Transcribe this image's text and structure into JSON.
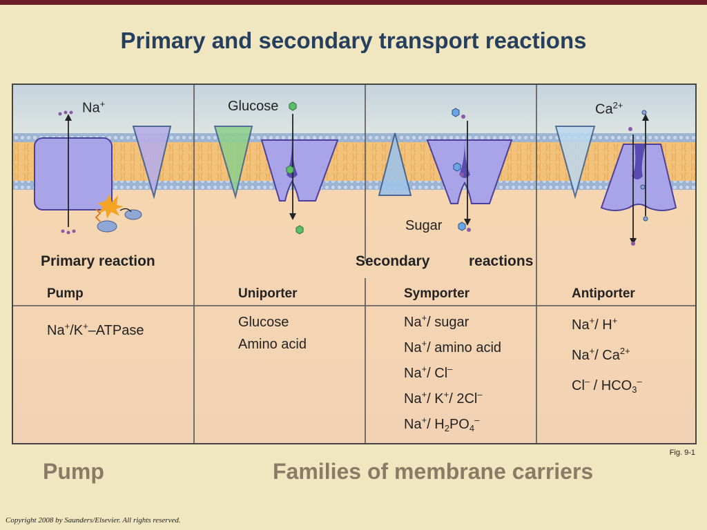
{
  "slide": {
    "title": "Primary and secondary transport reactions",
    "fig_label": "Fig. 9-1",
    "left_caption": "Pump",
    "right_caption": "Families of membrane carriers",
    "copyright": "Copyright 2008 by Saunders/Elsevier. All rights reserved."
  },
  "diagram": {
    "na_label": "Na+",
    "glucose_label": "Glucose",
    "ca_label": "Ca2+",
    "sugar_label": "Sugar",
    "primary_reaction": "Primary reaction",
    "secondary_word": "Secondary",
    "reactions_word": "reactions"
  },
  "columns": [
    {
      "header": "Pump",
      "items": [
        [
          "Na",
          "+",
          "/K",
          "+",
          "–ATPase"
        ]
      ]
    },
    {
      "header": "Uniporter",
      "items": [
        [
          "Glucose"
        ],
        [
          "Amino acid"
        ]
      ]
    },
    {
      "header": "Symporter",
      "items": [
        [
          "Na",
          "+",
          "/ sugar"
        ],
        [
          "Na",
          "+",
          "/ amino acid"
        ],
        [
          "Na",
          "+",
          "/ Cl",
          "–"
        ],
        [
          "Na",
          "+",
          "/ K",
          "+",
          "/ 2Cl",
          "–"
        ],
        [
          "Na",
          "+",
          "/ H",
          "2",
          "PO",
          "4",
          "–"
        ]
      ]
    },
    {
      "header": "Antiporter",
      "items": [
        [
          "Na",
          "+",
          "/ H",
          "+"
        ],
        [
          "Na",
          "+",
          "/ Ca",
          "2+"
        ],
        [
          "Cl",
          "–",
          " / HCO",
          "3",
          "–"
        ]
      ]
    }
  ],
  "colors": {
    "title": "#273f5f",
    "background": "#f0e6bf",
    "panel_bottom": "#f3d4b3",
    "membrane": "#f3c27a",
    "carrier": "#a9a3e8",
    "carrier_dark": "#4b3f9a"
  }
}
